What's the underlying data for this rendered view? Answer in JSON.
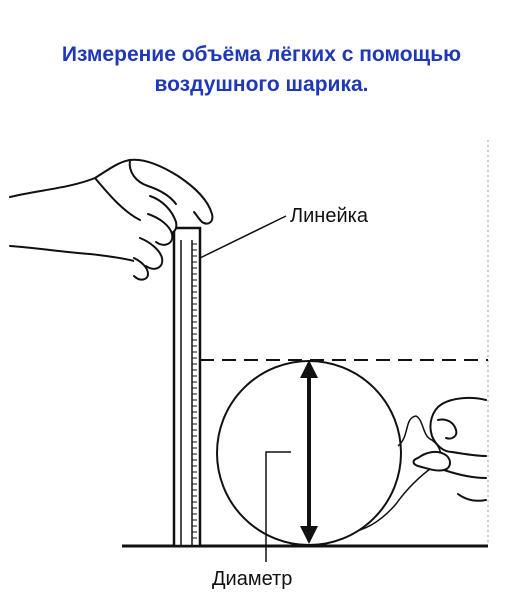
{
  "title": {
    "line1": "Измерение объёма лёгких с помощью",
    "line2": "воздушного шарика."
  },
  "labels": {
    "ruler": "Линейка",
    "diameter": "Диаметр"
  },
  "colors": {
    "title": "#1f38b8",
    "lines": "#111111"
  },
  "icons": [
    "hand-icon",
    "ruler-icon",
    "balloon-icon",
    "double-arrow-icon",
    "hand-holding-string-icon"
  ]
}
